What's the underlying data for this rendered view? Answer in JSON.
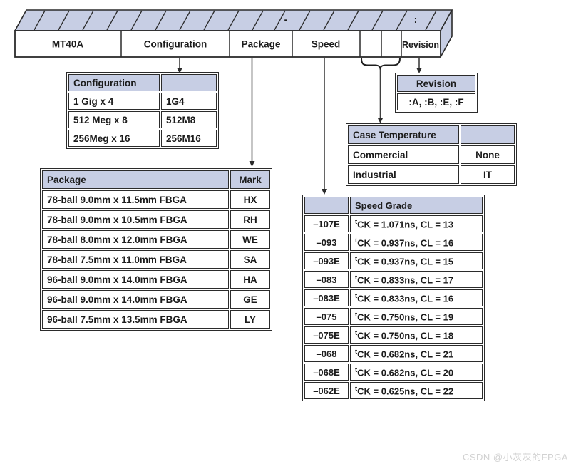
{
  "colors": {
    "header_fill": "#c7cee4",
    "table_border": "#2b2b2b",
    "connector_line": "#3f3f3f",
    "bar_top_fill": "#c7cee4"
  },
  "part_bar": {
    "base": "MT40A",
    "configuration": "Configuration",
    "package": "Package",
    "speed": "Speed",
    "revision": "Revision",
    "dash": "-",
    "colon": ":"
  },
  "configuration_table": {
    "header": {
      "title": "Configuration",
      "mark": ""
    },
    "rows": [
      {
        "name": "1 Gig x 4",
        "mark": "1G4"
      },
      {
        "name": "512 Meg x 8",
        "mark": "512M8"
      },
      {
        "name": "256Meg x 16",
        "mark": "256M16"
      }
    ]
  },
  "package_table": {
    "header": {
      "title": "Package",
      "mark": "Mark"
    },
    "rows": [
      {
        "name": "78-ball 9.0mm x 11.5mm FBGA",
        "mark": "HX"
      },
      {
        "name": "78-ball 9.0mm x 10.5mm FBGA",
        "mark": "RH"
      },
      {
        "name": "78-ball 8.0mm x 12.0mm FBGA",
        "mark": "WE"
      },
      {
        "name": "78-ball 7.5mm x 11.0mm FBGA",
        "mark": "SA"
      },
      {
        "name": "96-ball 9.0mm x 14.0mm FBGA",
        "mark": "HA"
      },
      {
        "name": "96-ball 9.0mm x 14.0mm FBGA",
        "mark": "GE"
      },
      {
        "name": "96-ball 7.5mm x 13.5mm FBGA",
        "mark": "LY"
      }
    ]
  },
  "revision_table": {
    "title": "Revision",
    "values": ":A, :B, :E, :F"
  },
  "case_temperature_table": {
    "header": {
      "title": "Case Temperature",
      "mark": ""
    },
    "rows": [
      {
        "name": "Commercial",
        "mark": "None"
      },
      {
        "name": "Industrial",
        "mark": "IT"
      }
    ]
  },
  "speed_grade_table": {
    "header": {
      "mark": "",
      "title": "Speed Grade"
    },
    "rows": [
      {
        "mark": "–107E",
        "sup": "t",
        "spec": "CK = 1.071ns, CL = 13"
      },
      {
        "mark": "–093",
        "sup": "t",
        "spec": "CK = 0.937ns, CL = 16"
      },
      {
        "mark": "–093E",
        "sup": "t",
        "spec": "CK = 0.937ns, CL = 15"
      },
      {
        "mark": "–083",
        "sup": "t",
        "spec": "CK = 0.833ns, CL = 17"
      },
      {
        "mark": "–083E",
        "sup": "t",
        "spec": "CK = 0.833ns, CL = 16"
      },
      {
        "mark": "–075",
        "sup": "t",
        "spec": "CK = 0.750ns, CL = 19"
      },
      {
        "mark": "–075E",
        "sup": "t",
        "spec": "CK = 0.750ns, CL = 18"
      },
      {
        "mark": "–068",
        "sup": "t",
        "spec": "CK = 0.682ns, CL = 21"
      },
      {
        "mark": "–068E",
        "sup": "t",
        "spec": "CK = 0.682ns, CL = 20"
      },
      {
        "mark": "–062E",
        "sup": "t",
        "spec": "CK = 0.625ns, CL = 22"
      }
    ]
  },
  "watermark": "CSDN @小灰灰的FPGA"
}
